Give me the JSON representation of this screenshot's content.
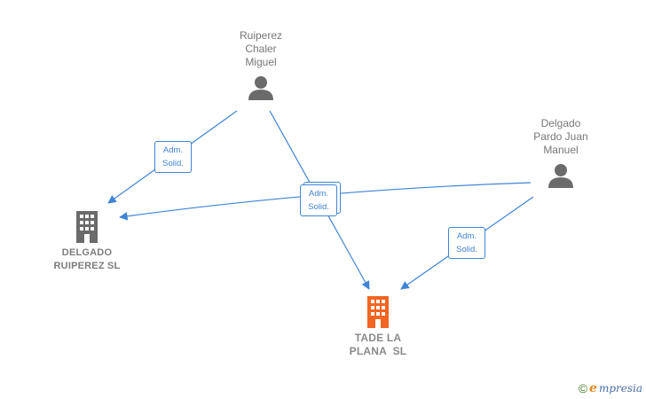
{
  "people": [
    {
      "id": "p1",
      "name": "Ruiperez\nChaler\nMiguel"
    },
    {
      "id": "p2",
      "name": "Delgado\nPardo Juan\nManuel"
    }
  ],
  "companies": [
    {
      "id": "c1",
      "name": "DELGADO\nRUIPEREZ SL"
    },
    {
      "id": "c2",
      "name": "TADE LA\nPLANA  SL"
    }
  ],
  "roles": {
    "r1": "Adm.\nSolid.",
    "r2": "Adm.\nSolid.",
    "r3": "Adm.\nSolid."
  },
  "colors": {
    "edge": "#3f84d4",
    "person_icon": "#6b6b6b",
    "company_icon": "#6b6b6b",
    "main_company_icon": "#f26522"
  },
  "brand": {
    "copyright": "©",
    "initial": "e",
    "name": "mpresia"
  }
}
